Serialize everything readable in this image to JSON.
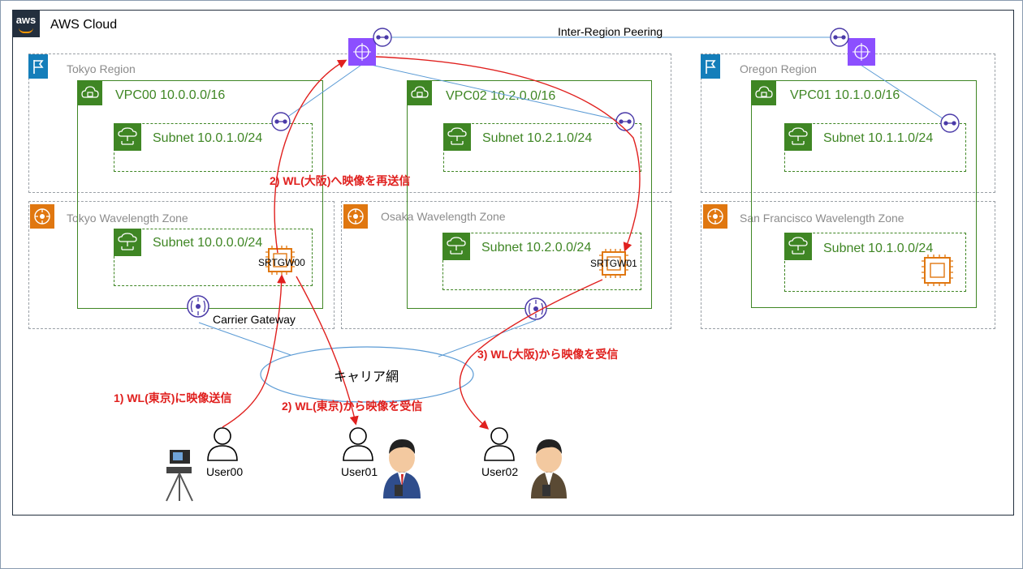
{
  "cloud": {
    "title": "AWS Cloud",
    "logo_text": "aws"
  },
  "peering": {
    "label": "Inter-Region Peering"
  },
  "regions": [
    {
      "label": "Tokyo Region"
    },
    {
      "label": "Oregon Region"
    }
  ],
  "vpcs": [
    {
      "label": "VPC00 10.0.0.0/16"
    },
    {
      "label": "VPC02 10.2.0.0/16"
    },
    {
      "label": "VPC01 10.1.0.0/16"
    }
  ],
  "subnets": [
    {
      "label": "Subnet 10.0.1.0/24"
    },
    {
      "label": "Subnet 10.2.1.0/24"
    },
    {
      "label": "Subnet 10.1.1.0/24"
    },
    {
      "label": "Subnet 10.0.0.0/24"
    },
    {
      "label": "Subnet 10.2.0.0/24"
    },
    {
      "label": "Subnet 10.1.0.0/24"
    }
  ],
  "wavelength_zones": [
    {
      "label": "Tokyo Wavelength Zone"
    },
    {
      "label": "Osaka Wavelength Zone"
    },
    {
      "label": "San Francisco Wavelength Zone"
    }
  ],
  "instances": [
    {
      "label": "SRTGW00"
    },
    {
      "label": "SRTGW01"
    }
  ],
  "carrier_gateway": {
    "label": "Carrier Gateway"
  },
  "carrier_network": {
    "label": "キャリア網"
  },
  "flows": [
    {
      "label": "1) WL(東京)に映像送信"
    },
    {
      "label": "2) WL(大阪)へ映像を再送信"
    },
    {
      "label": "2) WL(東京)から映像を受信"
    },
    {
      "label": "3) WL(大阪)から映像を受信"
    }
  ],
  "users": [
    {
      "label": "User00"
    },
    {
      "label": "User01"
    },
    {
      "label": "User02"
    }
  ],
  "colors": {
    "vpc_green": "#3f8624",
    "region_blue": "#147eba",
    "wavelength_orange": "#e07710",
    "tgw_purple": "#8c4fff",
    "flow_red": "#e0201e",
    "peering_line": "#5b9bd5"
  }
}
